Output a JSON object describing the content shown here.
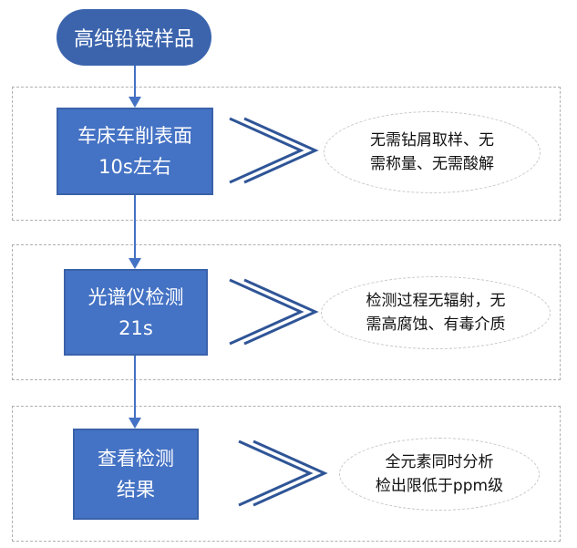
{
  "start": "高纯铅锭样品",
  "steps": [
    {
      "line1": "车床车削表面",
      "line2": "10s左右",
      "note1": "无需钻屑取样、无",
      "note2": "需称量、无需酸解"
    },
    {
      "line1": "光谱仪检测",
      "line2": "21s",
      "note1": "检测过程无辐射，无",
      "note2": "需高腐蚀、有毒介质"
    },
    {
      "line1": "查看检测",
      "line2": "结果",
      "note1": "全元素同时分析",
      "note2": "检出限低于ppm级"
    }
  ],
  "colors": {
    "node": "#4472c4",
    "start": "#3b64ad",
    "arrow": "#4472c4",
    "chevron": "#2f5597"
  }
}
